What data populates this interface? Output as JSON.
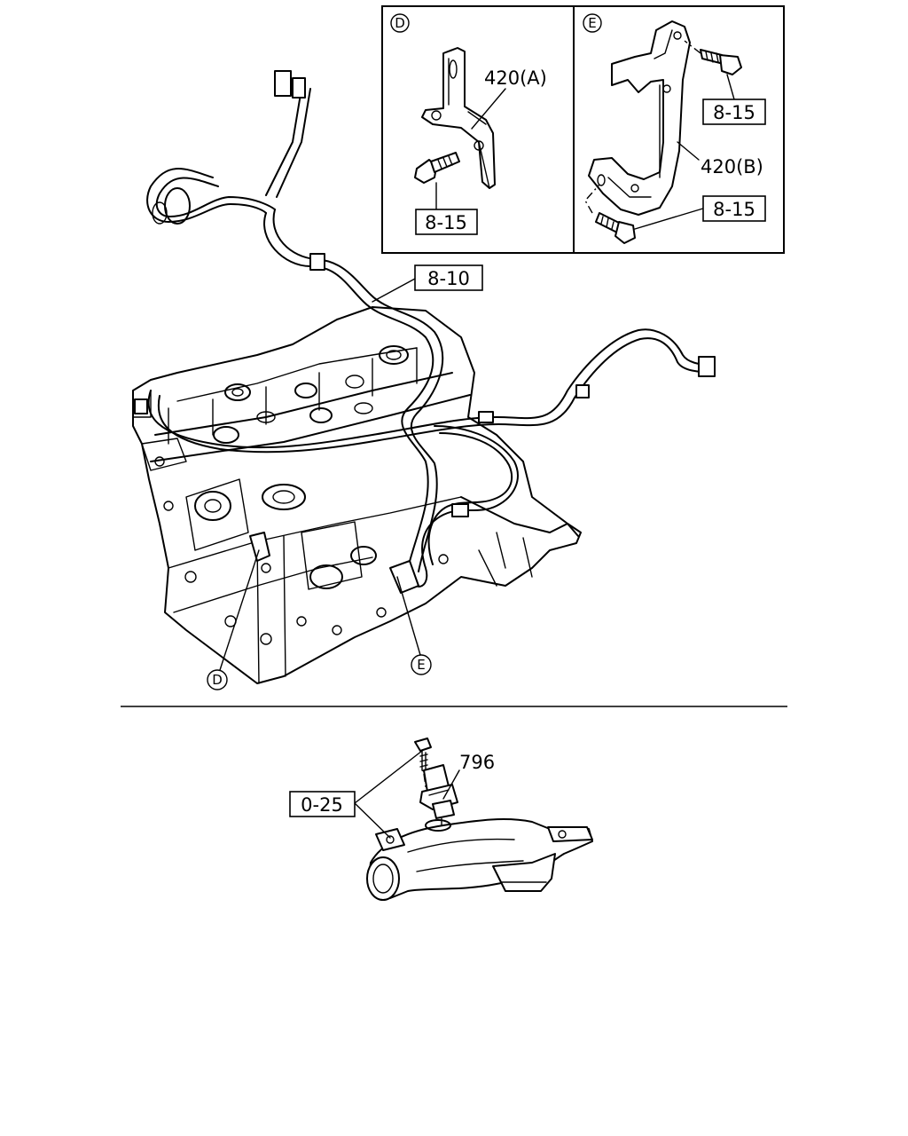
{
  "panels": {
    "d": {
      "marker": "D",
      "part_label": "420(A)",
      "ref_label": "8-15"
    },
    "e": {
      "marker": "E",
      "part_label": "420(B)",
      "ref_label_top": "8-15",
      "ref_label_bottom": "8-15"
    }
  },
  "main": {
    "ref_label": "8-10",
    "callout_d": "D",
    "callout_e": "E"
  },
  "lower": {
    "part_label": "796",
    "ref_label": "0-25"
  }
}
